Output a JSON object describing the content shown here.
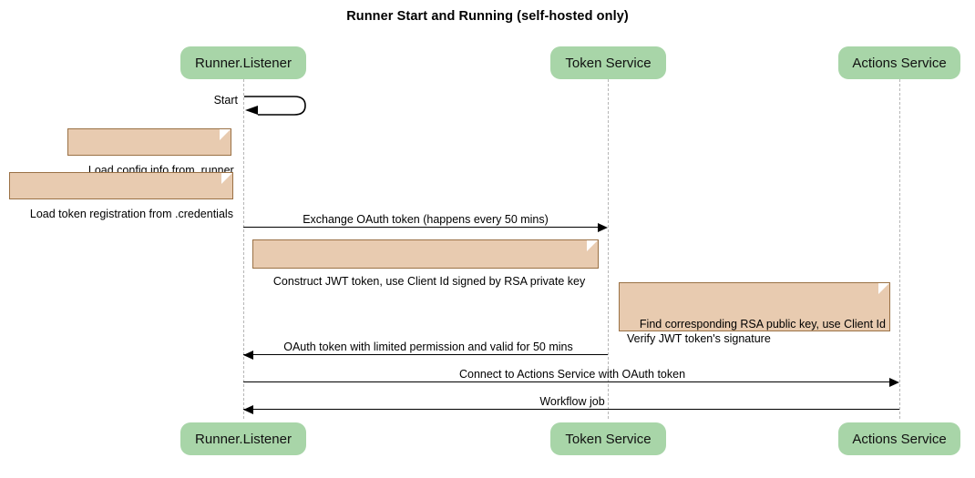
{
  "diagram": {
    "type": "sequence-diagram",
    "title": "Runner Start and Running (self-hosted only)",
    "colors": {
      "participant_fill": "#a8d5a8",
      "note_fill": "#e8cbb0",
      "note_border": "#9a7145",
      "lifeline": "#b6b6b6",
      "line": "#000000",
      "background": "#ffffff"
    },
    "participants": [
      {
        "id": "runner",
        "label": "Runner.Listener"
      },
      {
        "id": "token",
        "label": "Token Service"
      },
      {
        "id": "actions",
        "label": "Actions Service"
      }
    ],
    "participants_bottom": [
      {
        "id": "runner",
        "label": "Runner.Listener"
      },
      {
        "id": "token",
        "label": "Token Service"
      },
      {
        "id": "actions",
        "label": "Actions Service"
      }
    ],
    "messages": [
      {
        "id": "start",
        "label": "Start",
        "from": "runner",
        "to": "runner",
        "kind": "self",
        "arrow": "left"
      },
      {
        "id": "exchange-oauth",
        "label": "Exchange OAuth token (happens every 50 mins)",
        "from": "runner",
        "to": "token",
        "kind": "sync",
        "arrow": "right"
      },
      {
        "id": "oauth-token-return",
        "label": "OAuth token with limited permission and valid for 50 mins",
        "from": "token",
        "to": "runner",
        "kind": "return",
        "arrow": "left"
      },
      {
        "id": "connect-actions",
        "label": "Connect to Actions Service with OAuth token",
        "from": "runner",
        "to": "actions",
        "kind": "sync",
        "arrow": "right"
      },
      {
        "id": "workflow-job",
        "label": "Workflow job",
        "from": "actions",
        "to": "runner",
        "kind": "return",
        "arrow": "left"
      }
    ],
    "notes": [
      {
        "id": "note-load-config",
        "text": "Load config info from .runner",
        "lines": [
          "Load config info from .runner"
        ]
      },
      {
        "id": "note-load-token-registration",
        "text": "Load token registration from .credentials",
        "lines": [
          "Load token registration from .credentials"
        ]
      },
      {
        "id": "note-construct-jwt",
        "text": "Construct JWT token, use Client Id signed by RSA private key",
        "lines": [
          "Construct JWT token, use Client Id signed by RSA private key"
        ]
      },
      {
        "id": "note-verify-jwt",
        "text": "Find corresponding RSA public key, use Client Id\nVerify JWT token's signature",
        "lines": [
          "Find corresponding RSA public key, use Client Id",
          "Verify JWT token's signature"
        ]
      }
    ]
  }
}
